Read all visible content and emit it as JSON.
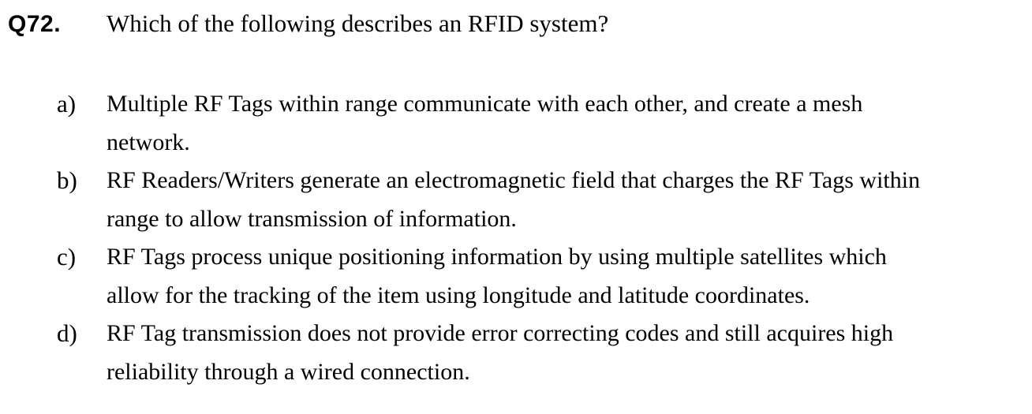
{
  "question": {
    "number": "Q72.",
    "text": "Which of the following describes an RFID system?"
  },
  "options": [
    {
      "letter": "a)",
      "lines": [
        "Multiple RF Tags within range communicate with each other, and create a mesh",
        "network."
      ]
    },
    {
      "letter": "b)",
      "lines": [
        "RF Readers/Writers generate an electromagnetic field that charges the RF Tags within",
        "range to allow transmission of information."
      ]
    },
    {
      "letter": "c)",
      "lines": [
        "RF Tags process unique positioning information by using multiple satellites which",
        "allow for the tracking of the item using longitude and latitude coordinates."
      ]
    },
    {
      "letter": "d)",
      "lines": [
        "RF Tag transmission does not provide error correcting codes and still acquires high",
        "reliability through a wired connection."
      ]
    }
  ],
  "colors": {
    "text": "#000000",
    "background": "#ffffff"
  }
}
